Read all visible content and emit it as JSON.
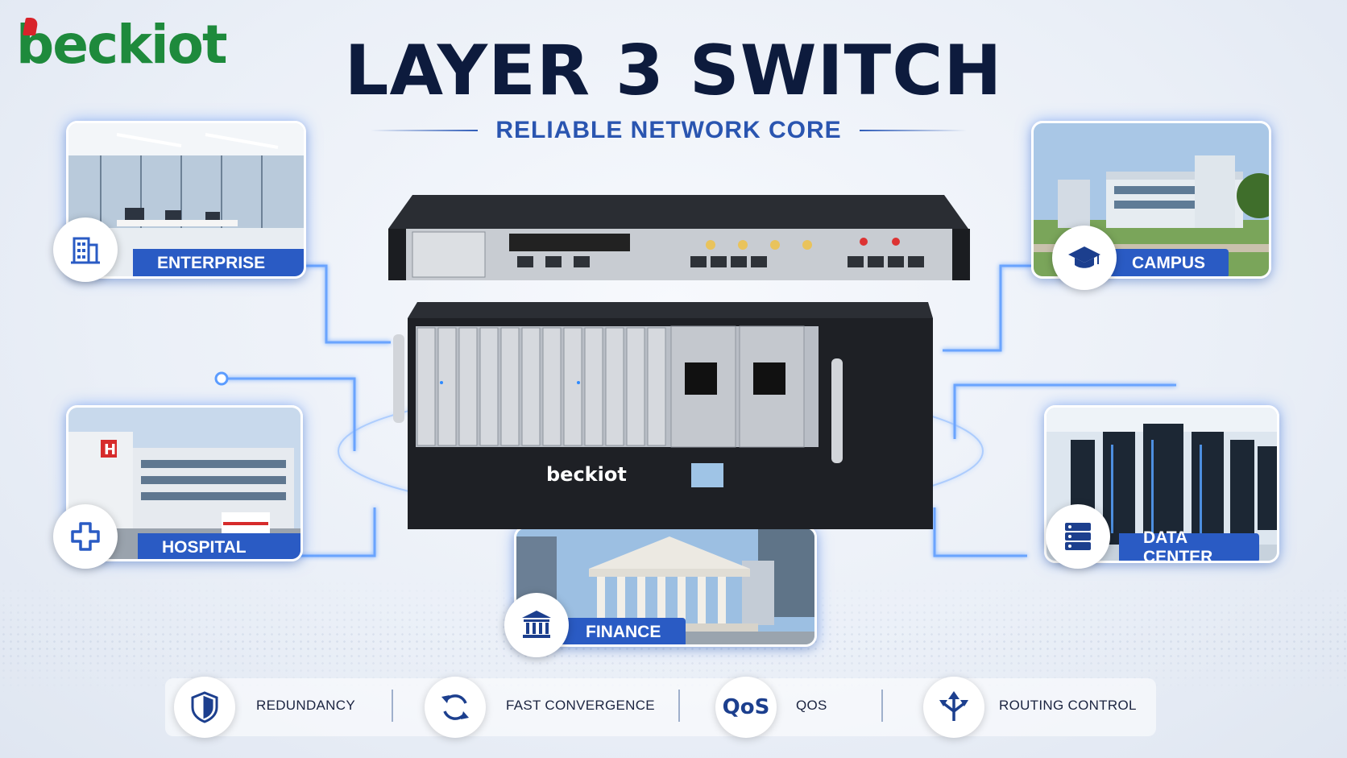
{
  "brand": {
    "logo_text": "beckiot",
    "device_brand": "beckiot",
    "colors": {
      "logo_green": "#1e8a3c",
      "logo_red": "#d8232a",
      "accent_blue": "#2a5bc4",
      "title_navy": "#0d1b3d"
    }
  },
  "header": {
    "title": "LAYER 3 SWITCH",
    "subtitle": "RELIABLE NETWORK CORE"
  },
  "applications": [
    {
      "label": "ENTERPRISE",
      "icon": "building-icon"
    },
    {
      "label": "CAMPUS",
      "icon": "graduation-cap-icon"
    },
    {
      "label": "HOSPITAL",
      "icon": "medical-cross-icon"
    },
    {
      "label": "DATA CENTER",
      "icon": "server-stack-icon"
    },
    {
      "label": "FINANCE",
      "icon": "bank-icon"
    }
  ],
  "features": [
    {
      "label": "REDUNDANCY",
      "icon": "shield-icon"
    },
    {
      "label": "FAST CONVERGENCE",
      "icon": "refresh-arrows-icon"
    },
    {
      "label": "QOS",
      "icon": "qos-icon",
      "icon_text": "QoS"
    },
    {
      "label": "ROUTING CONTROL",
      "icon": "routing-arrows-icon"
    }
  ]
}
